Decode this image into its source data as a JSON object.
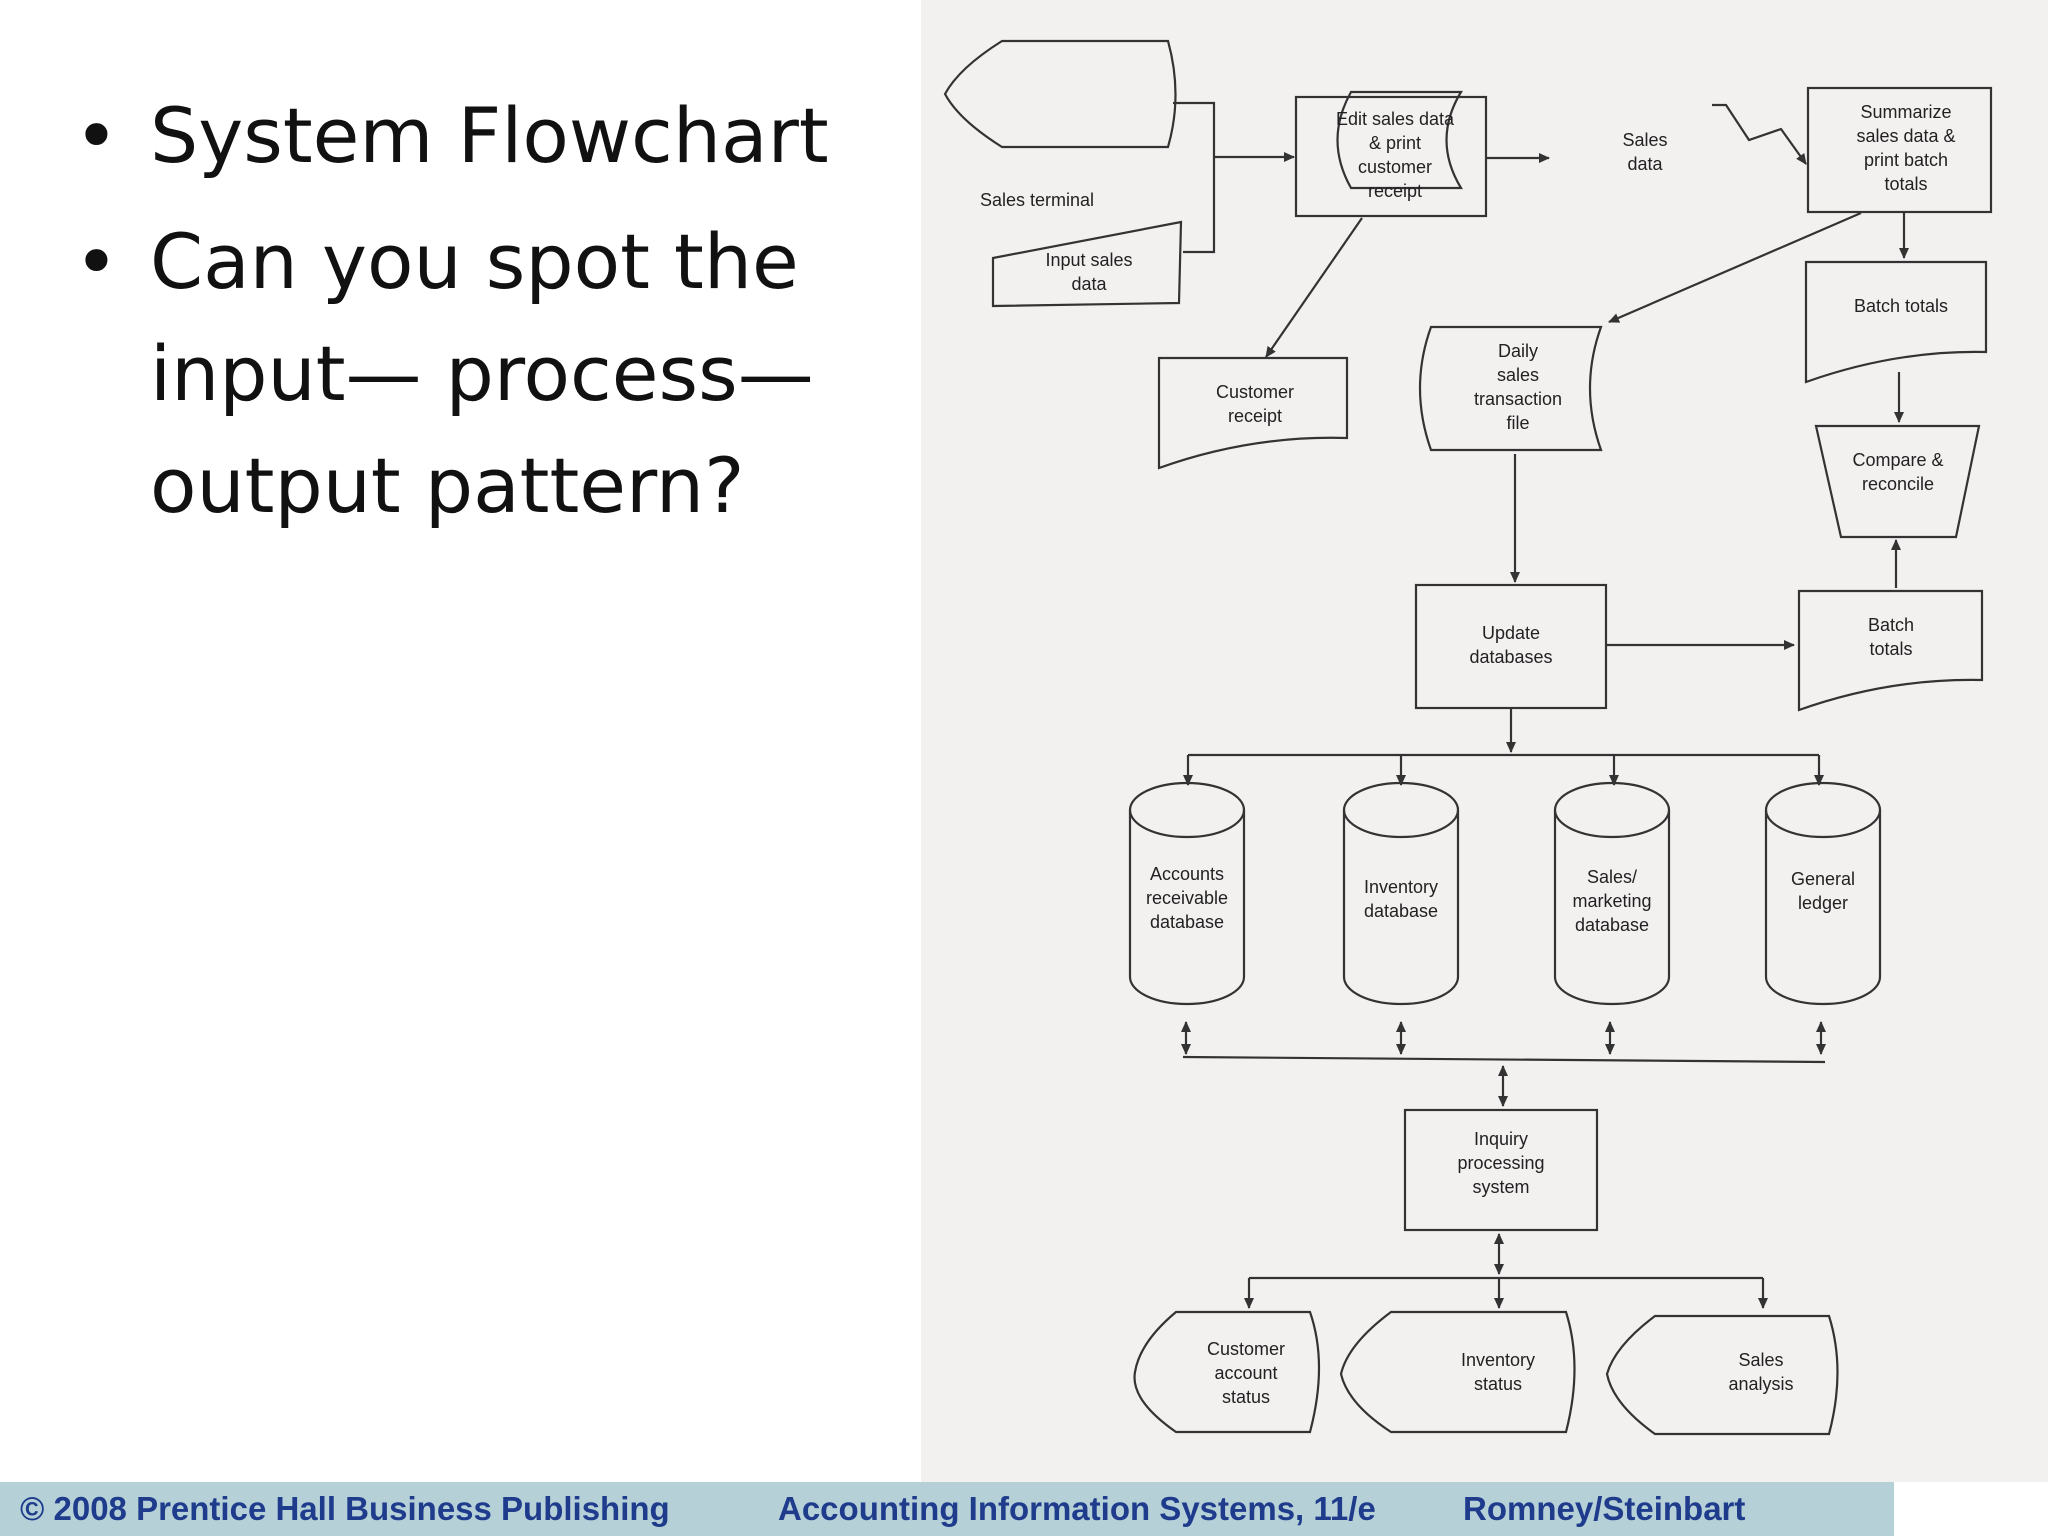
{
  "slide": {
    "bullets": [
      {
        "text": "System Flowchart"
      },
      {
        "text": "Can you spot the input— process— output pattern?"
      }
    ]
  },
  "diagram": {
    "labels": {
      "sales_terminal": "Sales terminal",
      "input_sales_data": [
        "Input sales",
        "data"
      ],
      "edit_sales": [
        "Edit sales data",
        "& print",
        "customer",
        "receipt"
      ],
      "sales_data": [
        "Sales",
        "data"
      ],
      "summarize": [
        "Summarize",
        "sales data &",
        "print batch",
        "totals"
      ],
      "customer_receipt": [
        "Customer",
        "receipt"
      ],
      "daily_sales": [
        "Daily",
        "sales",
        "transaction",
        "file"
      ],
      "batch_totals_top": [
        "Batch totals"
      ],
      "compare": [
        "Compare &",
        "reconcile"
      ],
      "update_db": [
        "Update",
        "databases"
      ],
      "batch_totals_right": [
        "Batch",
        "totals"
      ],
      "accounts_receivable": [
        "Accounts",
        "receivable",
        "database"
      ],
      "inventory_db": [
        "Inventory",
        "database"
      ],
      "sales_marketing": [
        "Sales/",
        "marketing",
        "database"
      ],
      "general_ledger": [
        "General",
        "ledger"
      ],
      "inquiry": [
        "Inquiry",
        "processing",
        "system"
      ],
      "customer_account": [
        "Customer",
        "account",
        "status"
      ],
      "inventory_status": [
        "Inventory",
        "status"
      ],
      "sales_analysis": [
        "Sales",
        "analysis"
      ]
    }
  },
  "footer": {
    "copyright": "© 2008 Prentice Hall Business Publishing",
    "book": "Accounting Information Systems, 11/e",
    "authors": "Romney/Steinbart"
  }
}
